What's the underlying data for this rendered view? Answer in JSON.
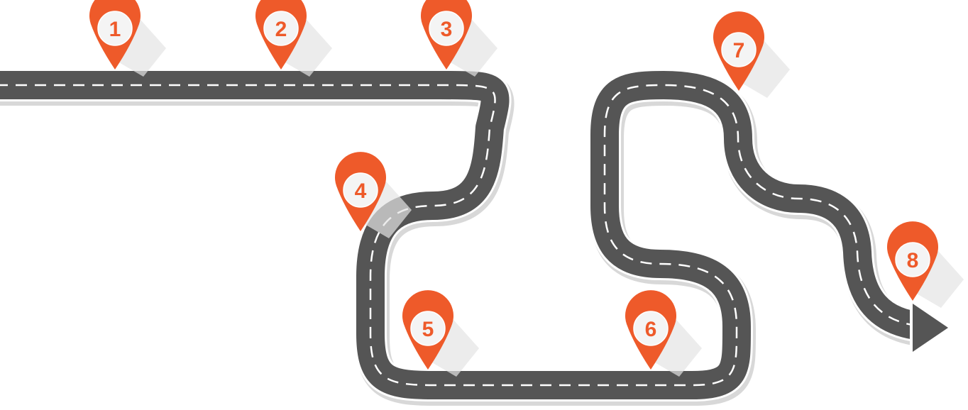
{
  "colors": {
    "road": "#555555",
    "road_edge": "#ffffff",
    "lane_dash": "#ffffff",
    "road_shadow": "#b8b8b8",
    "marker": "#ee5a2a",
    "marker_face": "#f4f4f4",
    "marker_text": "#ee5a2a",
    "marker_shadow": "#e4e4e4"
  },
  "markers": [
    {
      "label": "1"
    },
    {
      "label": "2"
    },
    {
      "label": "3"
    },
    {
      "label": "4"
    },
    {
      "label": "5"
    },
    {
      "label": "6"
    },
    {
      "label": "7"
    },
    {
      "label": "8"
    }
  ]
}
